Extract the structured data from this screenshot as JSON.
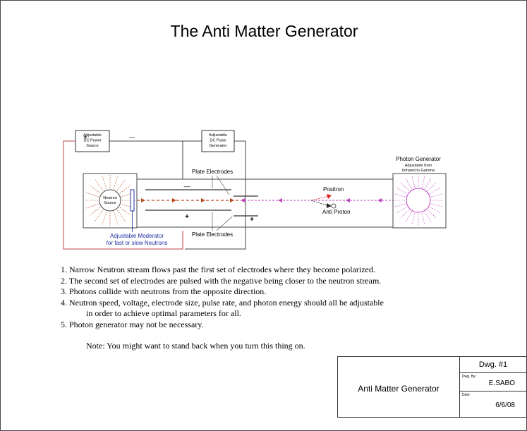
{
  "title": "The Anti Matter Generator",
  "diagram": {
    "power_source": {
      "lines": [
        "Adjustable",
        "DC Power",
        "Source"
      ],
      "plus": "+",
      "minus": "—"
    },
    "pulse_generator": {
      "lines": [
        "Adjustable",
        "DC Pulse",
        "Generator"
      ]
    },
    "plate_electrodes_top": "Plate Electrodes",
    "plate_electrodes_bottom": "Plate Electrodes",
    "electrode_top_sign": "—",
    "electrode_bottom_sign": "+",
    "bottom_right_sign": "+",
    "neutron_source": {
      "lines": [
        "Neutron",
        "Source"
      ]
    },
    "moderator": {
      "lines": [
        "Adjustable Moderator",
        "for fast or slow Neutrons"
      ]
    },
    "positron": "Positron",
    "anti_proton": "Anti Proton",
    "photon_generator": {
      "title": "Photon Generator",
      "sub": [
        "Adjustable from",
        "Infrared to Gamma"
      ]
    },
    "colors": {
      "red_wire": "#c04040",
      "neutron_arrow": "#b84a1e",
      "photon": "#c040c0",
      "moderator_text": "#1f2fa0",
      "positron_arrow": "#e02020"
    }
  },
  "notes": [
    "1. Narrow Neutron stream flows past the first set of electrodes where they become polarized.",
    "2. The second set of electrodes are pulsed with the negative being closer to the neutron stream.",
    "3. Photons collide with neutrons from the opposite direction.",
    "4. Neutron speed, voltage, electrode size, pulse rate, and photon energy should all be adjustable",
    "in order to achieve optimal parameters for all.",
    "5. Photon generator may not be necessary."
  ],
  "note": "Note: You might want to stand back when you turn this thing on.",
  "title_block": {
    "name": "Anti Matter Generator",
    "dwg": "Dwg. #1",
    "dwg_by_label": "Dwg. By:",
    "dwg_by": "E.SABO",
    "date_label": "Date:",
    "date": "6/6/08"
  }
}
